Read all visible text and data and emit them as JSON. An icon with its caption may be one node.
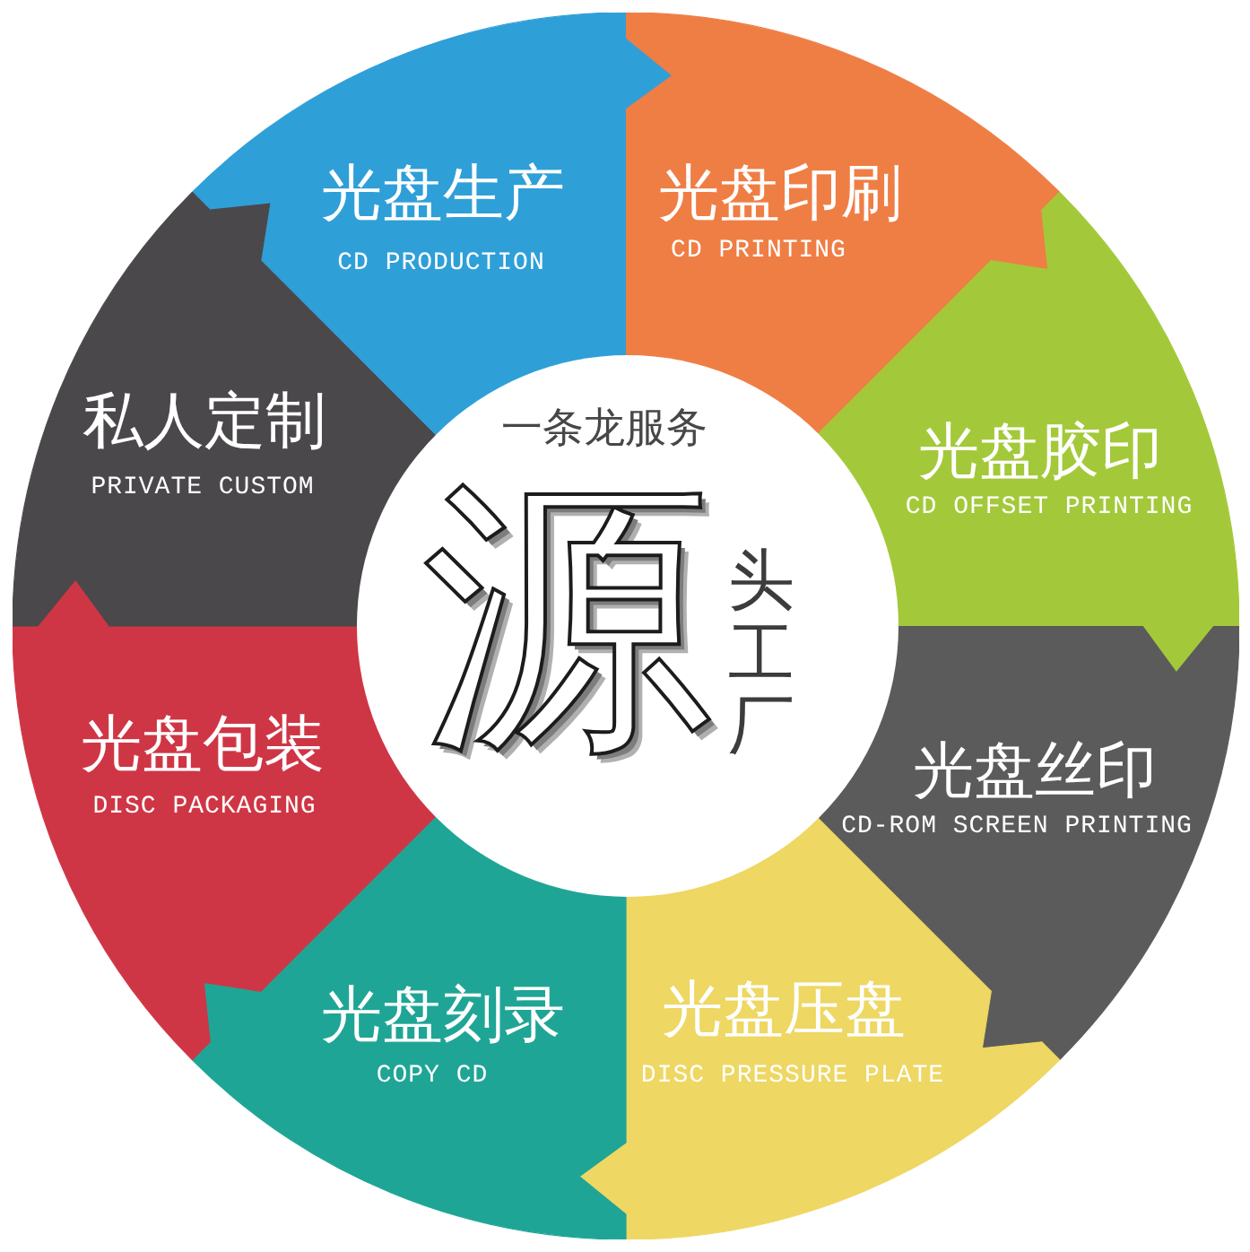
{
  "diagram": {
    "nodes": [
      {
        "text": [
          "光盘生产",
          "CD PRODUCTION"
        ]
      },
      {
        "text": [
          "光盘印刷",
          "CD PRINTING"
        ]
      },
      {
        "text": [
          "光盘胶印",
          "CD OFFSET PRINTING"
        ]
      },
      {
        "text": [
          "光盘丝印",
          "CD-ROM SCREEN PRINTING"
        ]
      },
      {
        "text": [
          "光盘压盘",
          "DISC PRESSURE PLATE"
        ]
      },
      {
        "text": [
          "光盘刻录",
          "COPY CD"
        ]
      },
      {
        "text": [
          "光盘包装",
          "DISC PACKAGING"
        ]
      },
      {
        "text": [
          "私人定制",
          "PRIVATE CUSTOM"
        ]
      },
      {
        "text": [
          "一条龙服务",
          "源",
          "头工厂"
        ]
      }
    ]
  }
}
